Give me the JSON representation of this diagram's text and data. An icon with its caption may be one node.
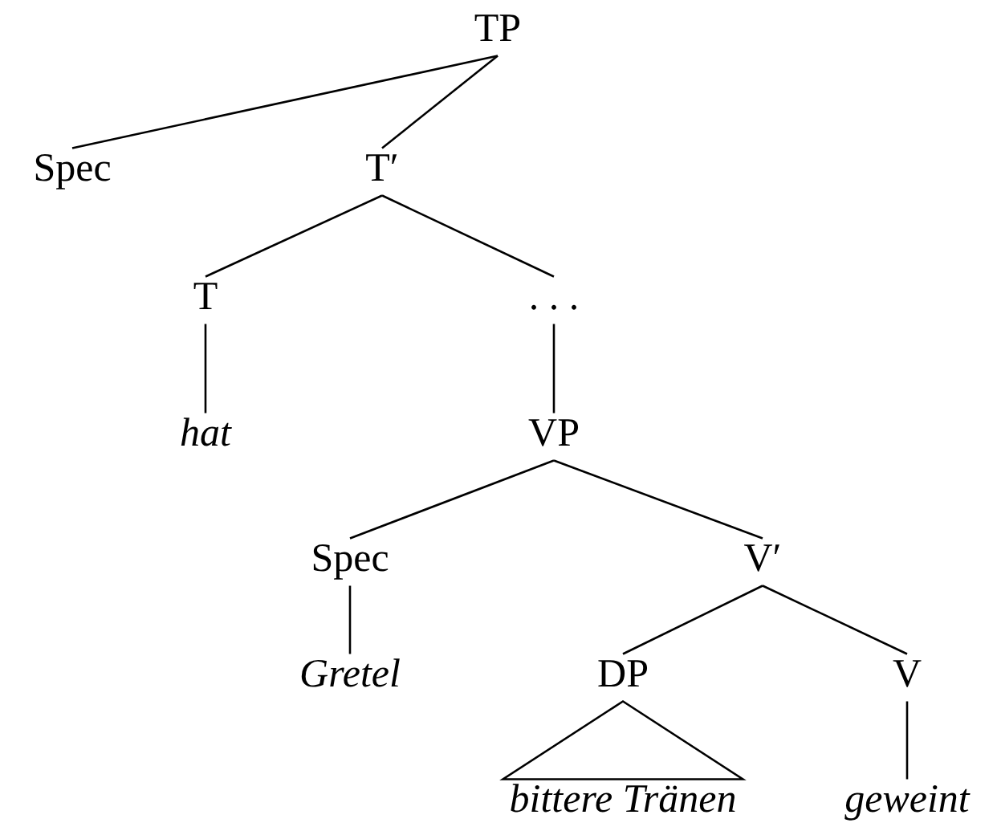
{
  "diagram": {
    "nodes": [
      {
        "text": [
          "TP"
        ]
      },
      {
        "text": [
          "Spec"
        ]
      },
      {
        "text": [
          "T′"
        ]
      },
      {
        "text": [
          "T"
        ]
      },
      {
        "text": [
          ". . ."
        ]
      },
      {
        "text": [
          "hat"
        ]
      },
      {
        "text": [
          "VP"
        ]
      },
      {
        "text": [
          "Spec"
        ]
      },
      {
        "text": [
          "V′"
        ]
      },
      {
        "text": [
          "Gretel"
        ]
      },
      {
        "text": [
          "DP"
        ]
      },
      {
        "text": [
          "V"
        ]
      },
      {
        "text": [
          "bittere Tränen"
        ]
      },
      {
        "text": [
          "geweint"
        ]
      }
    ],
    "edges": [
      {
        "from": 0,
        "to": 1,
        "arrow": "none"
      },
      {
        "from": 0,
        "to": 2,
        "arrow": "none"
      },
      {
        "from": 2,
        "to": 3,
        "arrow": "none"
      },
      {
        "from": 2,
        "to": 4,
        "arrow": "none"
      },
      {
        "from": 3,
        "to": 5,
        "arrow": "none"
      },
      {
        "from": 4,
        "to": 6,
        "arrow": "none"
      },
      {
        "from": 6,
        "to": 7,
        "arrow": "none"
      },
      {
        "from": 6,
        "to": 8,
        "arrow": "none"
      },
      {
        "from": 7,
        "to": 9,
        "arrow": "none"
      },
      {
        "from": 8,
        "to": 10,
        "arrow": "none"
      },
      {
        "from": 8,
        "to": 11,
        "arrow": "none"
      },
      {
        "from": 10,
        "to": 12,
        "arrow": "none"
      },
      {
        "from": 11,
        "to": 13,
        "arrow": "none"
      }
    ]
  }
}
